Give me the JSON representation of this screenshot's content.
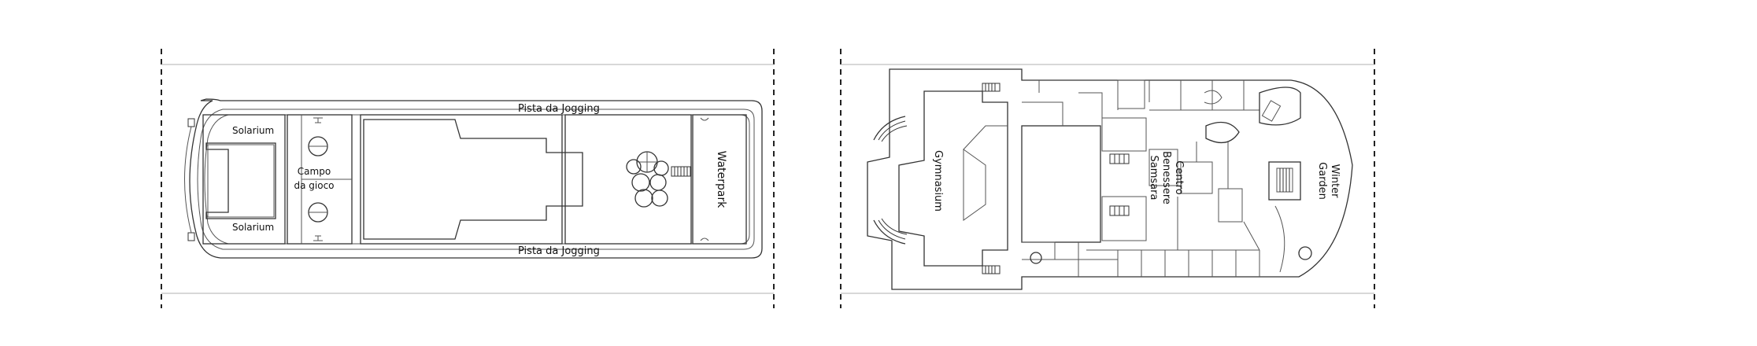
{
  "deck_a": {
    "jogging_top": "Pista da Jogging",
    "jogging_bottom": "Pista da Jogging",
    "solarium_top": "Solarium",
    "solarium_bottom": "Solarium",
    "campo_line1": "Campo",
    "campo_line2": "da gioco",
    "waterpark": "Waterpark"
  },
  "deck_b": {
    "gymnasium": "Gymnasium",
    "centro_line1": "Centro",
    "centro_line2": "Benessere",
    "centro_line3": "Samsara",
    "winter_line1": "Winter",
    "winter_line2": "Garden"
  },
  "colors": {
    "line": "#333333",
    "guide": "#b0b0b0",
    "background": "#ffffff"
  }
}
